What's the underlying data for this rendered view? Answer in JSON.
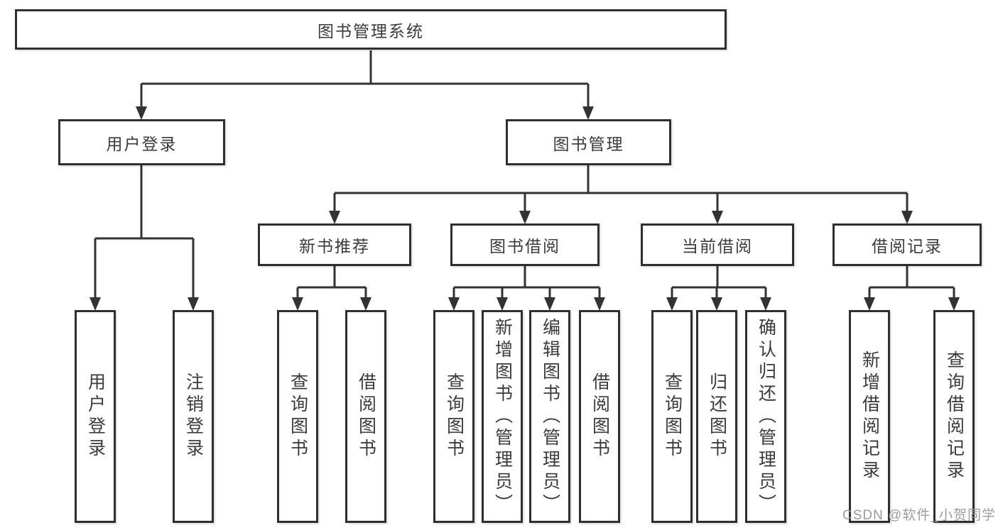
{
  "tree": {
    "root": "图书管理系统",
    "children": [
      {
        "label": "用户登录",
        "children": [
          "用户登录",
          "注销登录"
        ]
      },
      {
        "label": "图书管理",
        "children": [
          {
            "label": "新书推荐",
            "children": [
              "查询图书",
              "借阅图书"
            ]
          },
          {
            "label": "图书借阅",
            "children": [
              "查询图书",
              "新增图书（管理员）",
              "编辑图书（管理员）",
              "借阅图书"
            ]
          },
          {
            "label": "当前借阅",
            "children": [
              "查询图书",
              "归还图书",
              "确认归还（管理员）"
            ]
          },
          {
            "label": "借阅记录",
            "children": [
              "新增借阅记录",
              "查询借阅记录"
            ]
          }
        ]
      }
    ]
  },
  "watermark": "CSDN @软件_小贺同学",
  "colors": {
    "line": "#333333",
    "border": "#2f2f2f",
    "text": "#3b3b3b",
    "background": "#ffffff",
    "watermark": "#949494"
  }
}
